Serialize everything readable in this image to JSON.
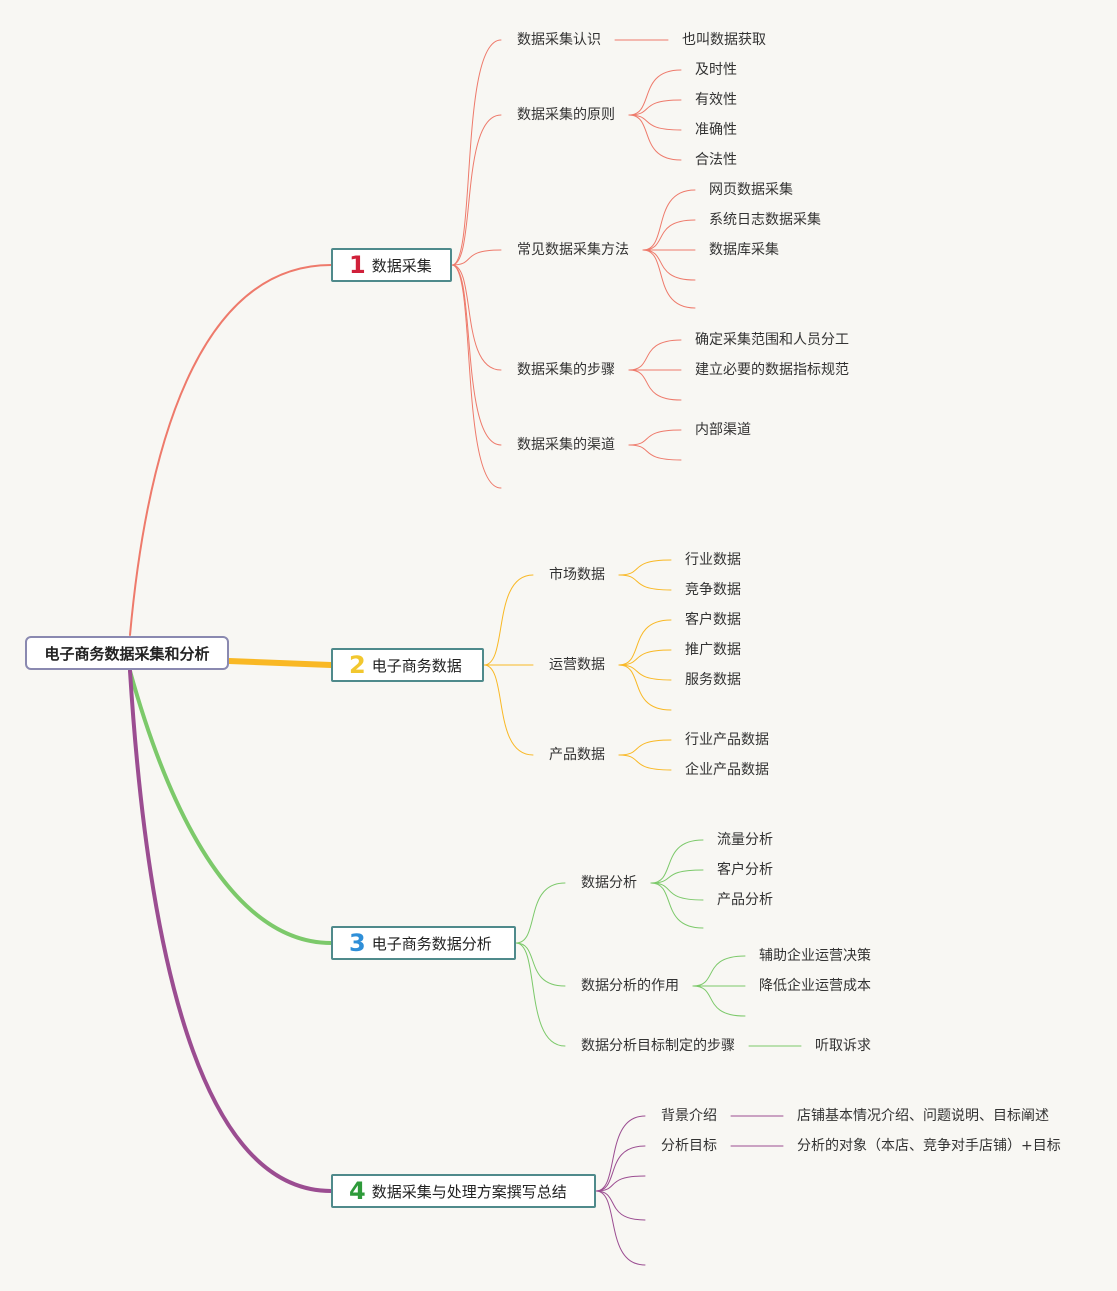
{
  "root": "电子商务数据采集和分析",
  "branches": [
    {
      "num": "1",
      "title": "数据采集",
      "color": "#ee7a6b",
      "num_color": "#d0203a",
      "children": [
        {
          "label": "数据采集认识",
          "children": [
            "也叫数据获取"
          ]
        },
        {
          "label": "数据采集的原则",
          "children": [
            "及时性",
            "有效性",
            "准确性",
            "合法性"
          ]
        },
        {
          "label": "常见数据采集方法",
          "children": [
            "网页数据采集",
            "系统日志数据采集",
            "数据库采集",
            "",
            ""
          ]
        },
        {
          "label": "数据采集的步骤",
          "children": [
            "确定采集范围和人员分工",
            "建立必要的数据指标规范",
            ""
          ]
        },
        {
          "label": "数据采集的渠道",
          "children": [
            "内部渠道",
            ""
          ]
        },
        {
          "label": "",
          "children": []
        }
      ]
    },
    {
      "num": "2",
      "title": "电子商务数据",
      "color": "#f9b824",
      "num_color": "#f2c72e",
      "children": [
        {
          "label": "市场数据",
          "children": [
            "行业数据",
            "竞争数据"
          ]
        },
        {
          "label": "运营数据",
          "children": [
            "客户数据",
            "推广数据",
            "服务数据",
            ""
          ]
        },
        {
          "label": "产品数据",
          "children": [
            "行业产品数据",
            "企业产品数据"
          ]
        }
      ]
    },
    {
      "num": "3",
      "title": "电子商务数据分析",
      "color": "#7cc96a",
      "num_color": "#2f8fd8",
      "children": [
        {
          "label": "数据分析",
          "children": [
            "流量分析",
            "客户分析",
            "产品分析",
            ""
          ]
        },
        {
          "label": "数据分析的作用",
          "children": [
            "辅助企业运营决策",
            "降低企业运营成本",
            ""
          ]
        },
        {
          "label": "数据分析目标制定的步骤",
          "children": [
            "听取诉求"
          ]
        }
      ]
    },
    {
      "num": "4",
      "title": "数据采集与处理方案撰写总结",
      "color": "#9b4d91",
      "num_color": "#2e9a3a",
      "children": [
        {
          "label": "背景介绍",
          "children": [
            "店铺基本情况介绍、问题说明、目标阐述"
          ]
        },
        {
          "label": "分析目标",
          "children": [
            "分析的对象（本店、竞争对手店铺）+目标"
          ]
        },
        {
          "label": "",
          "children": []
        },
        {
          "label": "",
          "children": []
        },
        {
          "label": "",
          "children": []
        }
      ]
    }
  ]
}
